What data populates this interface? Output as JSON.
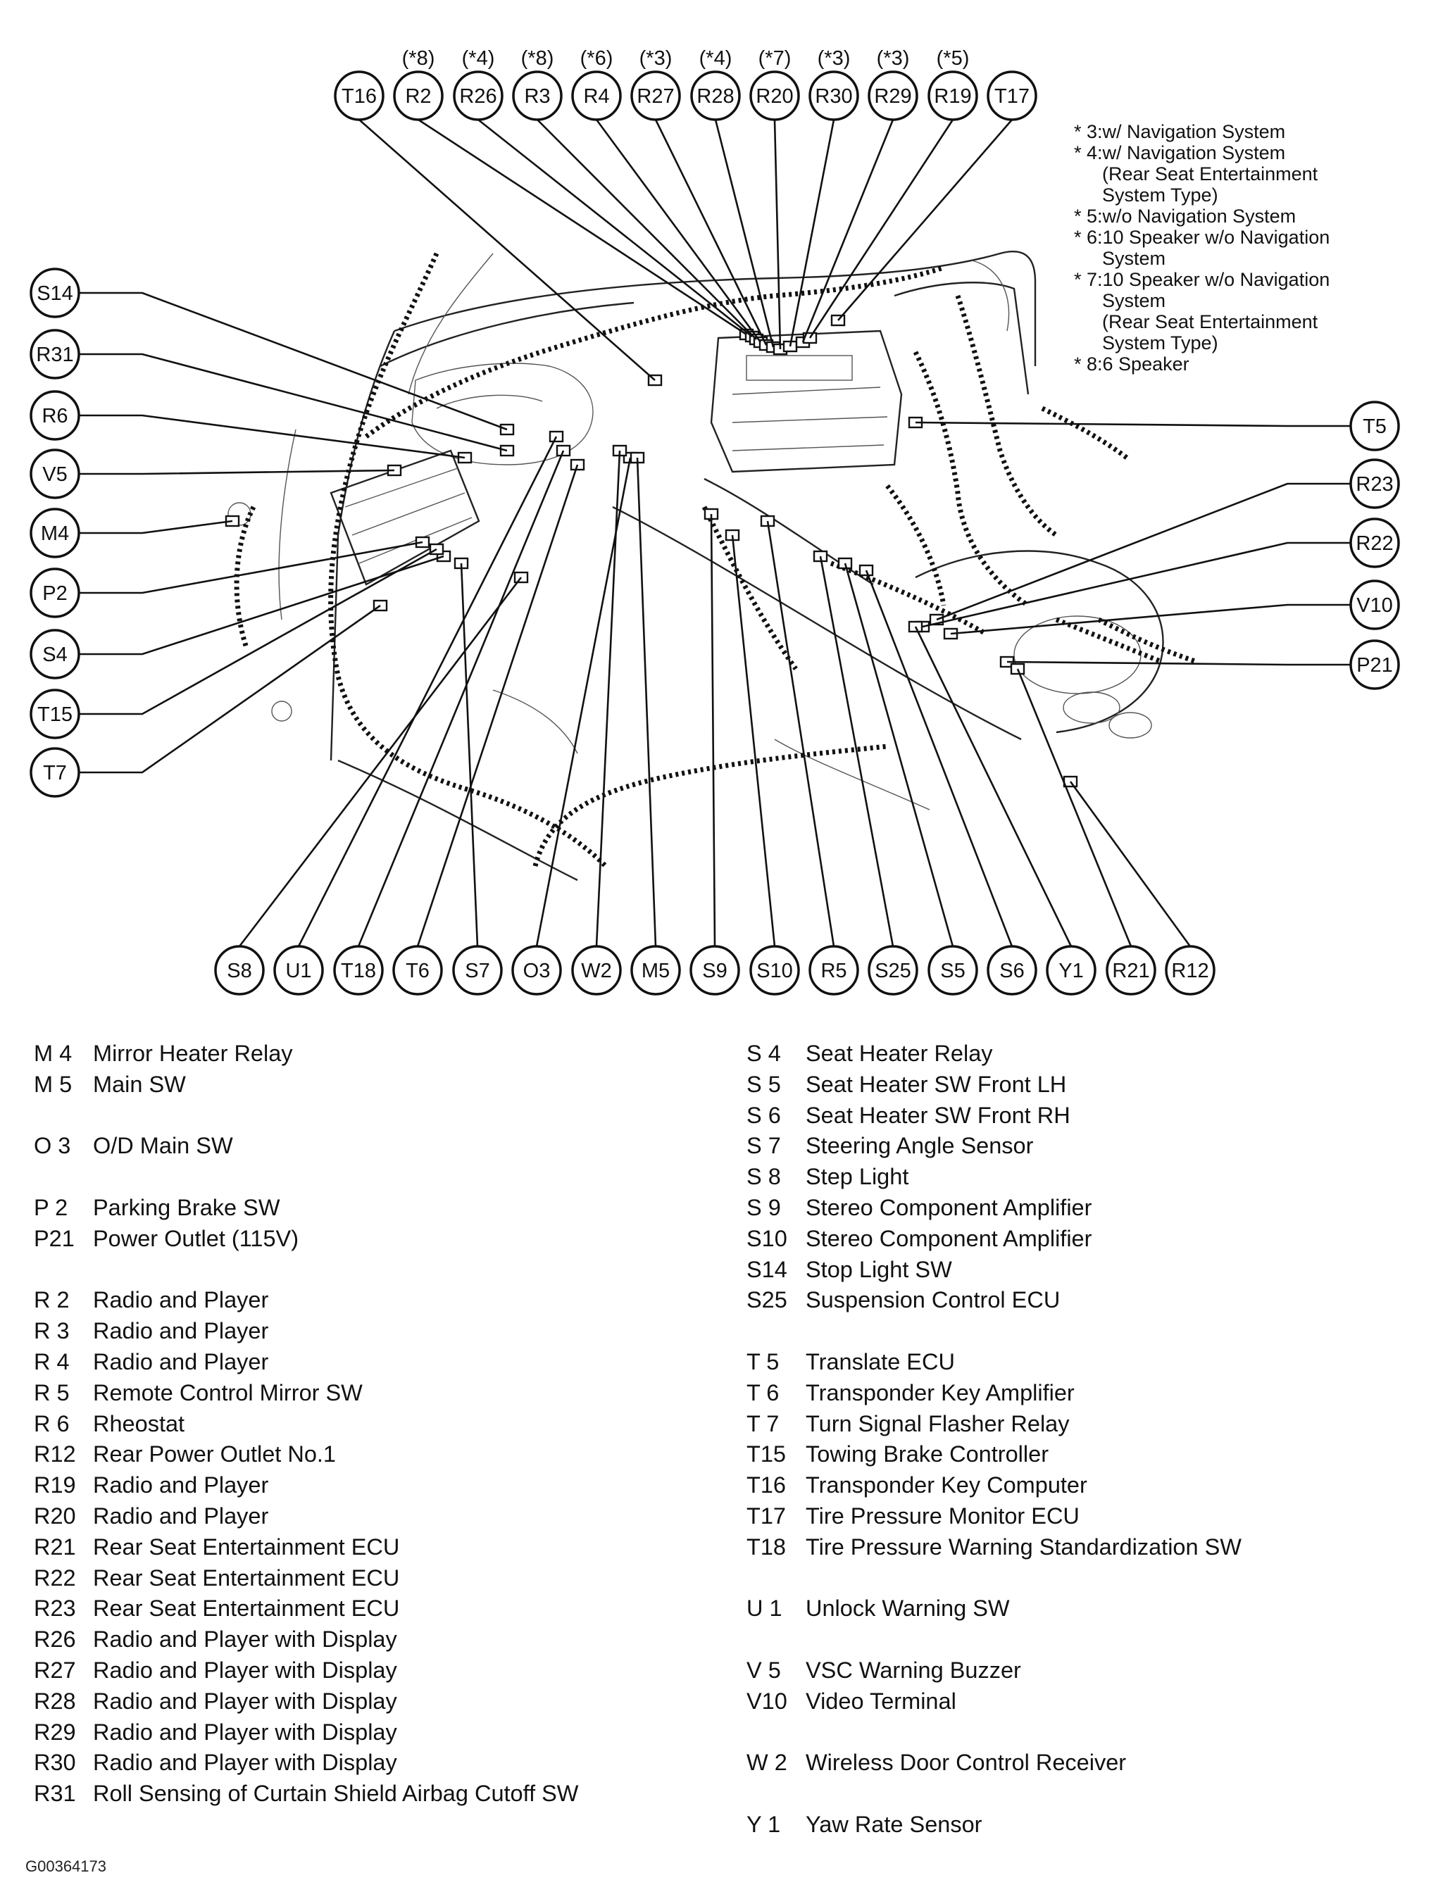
{
  "callouts_top": [
    {
      "id": "T16",
      "variant": ""
    },
    {
      "id": "R2",
      "variant": "(*8)"
    },
    {
      "id": "R26",
      "variant": "(*4)"
    },
    {
      "id": "R3",
      "variant": "(*8)"
    },
    {
      "id": "R4",
      "variant": "(*6)"
    },
    {
      "id": "R27",
      "variant": "(*3)"
    },
    {
      "id": "R28",
      "variant": "(*4)"
    },
    {
      "id": "R20",
      "variant": "(*7)"
    },
    {
      "id": "R30",
      "variant": "(*3)"
    },
    {
      "id": "R29",
      "variant": "(*3)"
    },
    {
      "id": "R19",
      "variant": "(*5)"
    },
    {
      "id": "T17",
      "variant": ""
    }
  ],
  "callouts_left": [
    "S14",
    "R31",
    "R6",
    "V5",
    "M4",
    "P2",
    "S4",
    "T15",
    "T7"
  ],
  "callouts_right": [
    "T5",
    "R23",
    "R22",
    "V10",
    "P21"
  ],
  "callouts_bottom": [
    "S8",
    "U1",
    "T18",
    "T6",
    "S7",
    "O3",
    "W2",
    "M5",
    "S9",
    "S10",
    "R5",
    "S25",
    "S5",
    "S6",
    "Y1",
    "R21",
    "R12"
  ],
  "notes": [
    "* 3:w/ Navigation System",
    "* 4:w/ Navigation System",
    "(Rear Seat Entertainment",
    "System Type)",
    "* 5:w/o Navigation System",
    "* 6:10 Speaker w/o Navigation",
    "System",
    "* 7:10 Speaker w/o Navigation",
    "System",
    "(Rear Seat Entertainment",
    "System Type)",
    "* 8:6 Speaker"
  ],
  "legend_left": [
    {
      "code": "M 4",
      "name": "Mirror Heater Relay"
    },
    {
      "code": "M 5",
      "name": "Main SW"
    },
    {
      "gap": true
    },
    {
      "code": "O 3",
      "name": "O/D Main SW"
    },
    {
      "gap": true
    },
    {
      "code": "P 2",
      "name": "Parking Brake SW"
    },
    {
      "code": "P21",
      "name": "Power Outlet (115V)"
    },
    {
      "gap": true
    },
    {
      "code": "R 2",
      "name": "Radio and Player"
    },
    {
      "code": "R 3",
      "name": "Radio and Player"
    },
    {
      "code": "R 4",
      "name": "Radio and Player"
    },
    {
      "code": "R 5",
      "name": "Remote Control Mirror SW"
    },
    {
      "code": "R 6",
      "name": "Rheostat"
    },
    {
      "code": "R12",
      "name": "Rear Power Outlet No.1"
    },
    {
      "code": "R19",
      "name": "Radio and Player"
    },
    {
      "code": "R20",
      "name": "Radio and Player"
    },
    {
      "code": "R21",
      "name": "Rear Seat Entertainment ECU"
    },
    {
      "code": "R22",
      "name": "Rear Seat Entertainment ECU"
    },
    {
      "code": "R23",
      "name": "Rear Seat Entertainment ECU"
    },
    {
      "code": "R26",
      "name": "Radio and Player with Display"
    },
    {
      "code": "R27",
      "name": "Radio and Player with Display"
    },
    {
      "code": "R28",
      "name": "Radio and Player with Display"
    },
    {
      "code": "R29",
      "name": "Radio and Player with Display"
    },
    {
      "code": "R30",
      "name": "Radio and Player with Display"
    },
    {
      "code": "R31",
      "name": "Roll Sensing of Curtain Shield Airbag Cutoff SW"
    }
  ],
  "legend_right": [
    {
      "code": "S 4",
      "name": "Seat Heater Relay"
    },
    {
      "code": "S 5",
      "name": "Seat Heater SW Front LH"
    },
    {
      "code": "S 6",
      "name": "Seat Heater SW Front RH"
    },
    {
      "code": "S 7",
      "name": "Steering Angle Sensor"
    },
    {
      "code": "S 8",
      "name": "Step Light"
    },
    {
      "code": "S 9",
      "name": "Stereo Component Amplifier"
    },
    {
      "code": "S10",
      "name": "Stereo Component Amplifier"
    },
    {
      "code": "S14",
      "name": "Stop Light SW"
    },
    {
      "code": "S25",
      "name": "Suspension Control ECU"
    },
    {
      "gap": true
    },
    {
      "code": "T 5",
      "name": "Translate ECU"
    },
    {
      "code": "T 6",
      "name": "Transponder Key Amplifier"
    },
    {
      "code": "T 7",
      "name": "Turn Signal Flasher Relay"
    },
    {
      "code": "T15",
      "name": "Towing Brake Controller"
    },
    {
      "code": "T16",
      "name": "Transponder Key Computer"
    },
    {
      "code": "T17",
      "name": "Tire Pressure Monitor ECU"
    },
    {
      "code": "T18",
      "name": "Tire Pressure Warning Standardization SW"
    },
    {
      "gap": true
    },
    {
      "code": "U 1",
      "name": "Unlock Warning SW"
    },
    {
      "gap": true
    },
    {
      "code": "V 5",
      "name": "VSC Warning Buzzer"
    },
    {
      "code": "V10",
      "name": "Video Terminal"
    },
    {
      "gap": true
    },
    {
      "code": "W 2",
      "name": "Wireless Door Control Receiver"
    },
    {
      "gap": true
    },
    {
      "code": "Y 1",
      "name": "Yaw Rate Sensor"
    }
  ],
  "figure_id": "G00364173"
}
